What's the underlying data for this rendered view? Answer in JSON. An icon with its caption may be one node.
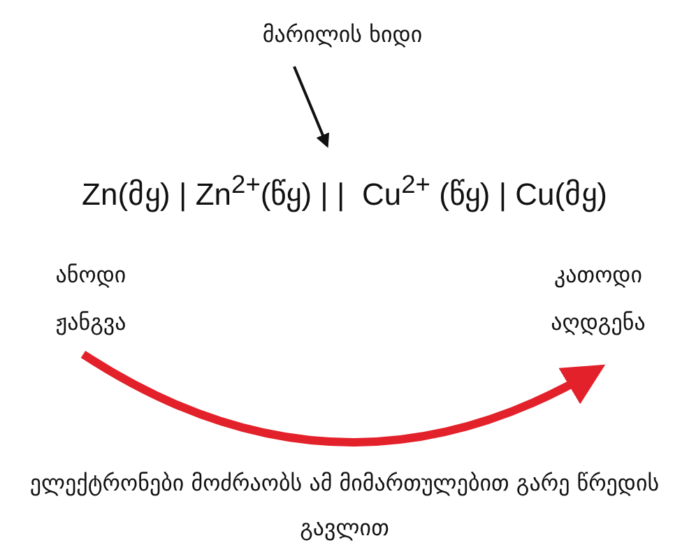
{
  "diagram": {
    "nodes": [
      {
        "text": [
          "მარილის ხიდი"
        ]
      },
      {
        "text": [
          "ანოდი",
          "ჟანგვა"
        ]
      },
      {
        "text": [
          "კათოდი",
          "აღდგენა"
        ]
      }
    ],
    "edges": [
      {
        "from": 0,
        "to": null,
        "arrow": "to"
      },
      {
        "from": 1,
        "to": 2,
        "arrow": "to",
        "style": "thick",
        "color": "#e3212b"
      }
    ],
    "labels": [
      "Zn(მყ) | Zn$^{2+}$(წყ) | |  Cu$^{2+}$ (წყ) | Cu(მყ)",
      "ელექტრონები მოძრაობს ამ მიმართულებით გარე წრედის გავლით"
    ]
  }
}
